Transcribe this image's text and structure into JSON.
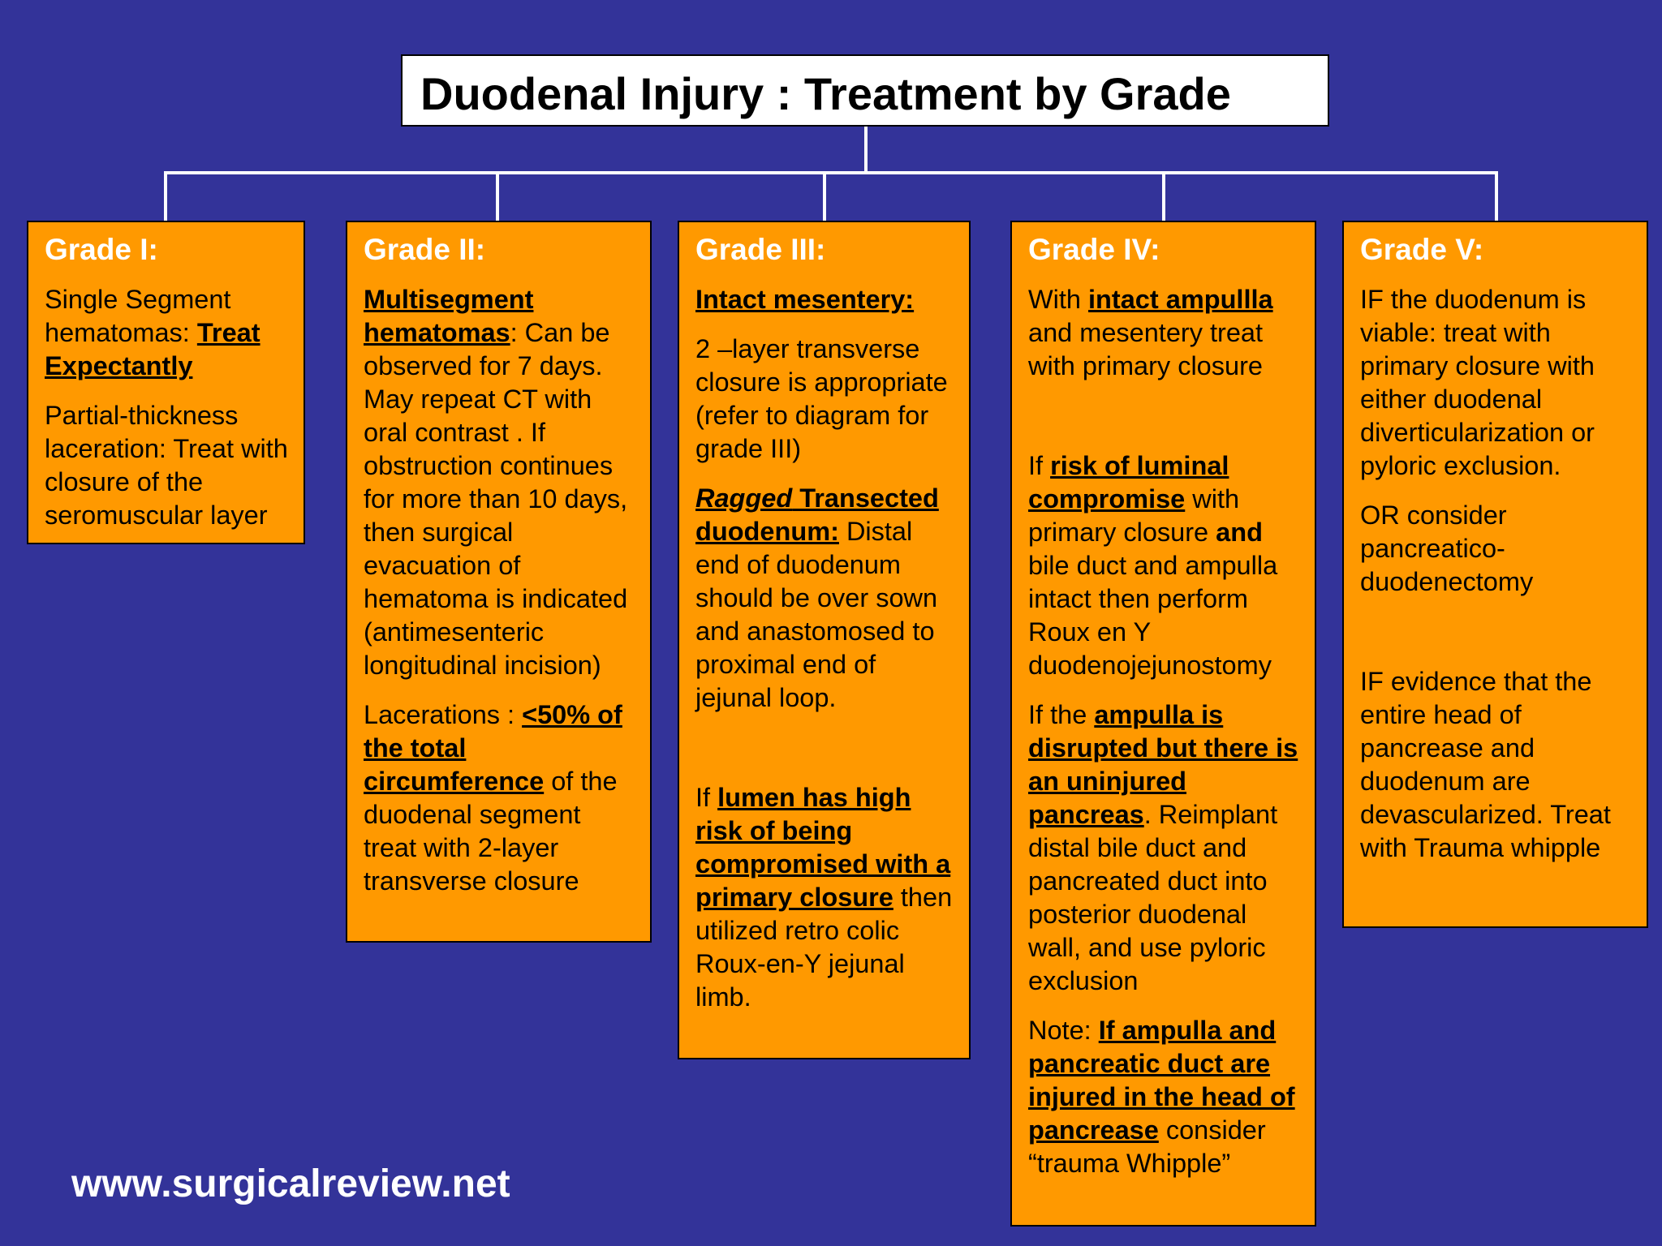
{
  "title": "Duodenal Injury : Treatment by Grade",
  "footer": "www.surgicalreview.net",
  "colors": {
    "background": "#333399",
    "box": "#ff9900",
    "heading": "#ffffff"
  },
  "grades": [
    {
      "heading": "Grade I:",
      "p1": [
        "Single Segment hematomas: ",
        "Treat Expectantly"
      ],
      "p2": "Partial-thickness laceration: Treat with closure of the seromuscular layer"
    },
    {
      "heading": "Grade II:",
      "p1": [
        "Multisegment hematomas",
        ": Can be observed for 7 days. May repeat CT with oral contrast . If obstruction continues for more than 10 days, then surgical evacuation of hematoma is indicated (antimesenteric longitudinal incision)"
      ],
      "p2": [
        "Lacerations : ",
        "<50% of the total circumference",
        " of the duodenal segment treat with 2-layer transverse closure"
      ]
    },
    {
      "heading": "Grade III:",
      "p1": "Intact mesentery:",
      "p2": "2 –layer transverse closure is appropriate (refer to diagram for grade III)",
      "p3": [
        "Ragged",
        " Transected duodenum:",
        " Distal end of duodenum should be over sown and anastomosed to proximal end of jejunal loop."
      ],
      "p4": [
        "If ",
        "lumen  has high risk  of being compromised with a primary closure",
        " then utilized retro colic Roux-en-Y jejunal limb."
      ]
    },
    {
      "heading": "Grade IV:",
      "p1": [
        "With ",
        "intact ampullla",
        " and mesentery treat with primary closure"
      ],
      "p2": [
        "If ",
        "risk of luminal compromise",
        " with primary closure ",
        "and",
        " bile duct and ampulla intact then perform Roux en Y duodenojejunostomy"
      ],
      "p3": [
        "If the ",
        "ampulla is disrupted but there is an uninjured pancreas",
        ". Reimplant distal bile duct and pancreated duct into posterior duodenal wall, and use pyloric exclusion"
      ],
      "p4": [
        "Note: ",
        "If ampulla and pancreatic duct are injured in the head of pancrease",
        " consider “trauma Whipple”"
      ]
    },
    {
      "heading": "Grade V:",
      "p1": "IF the duodenum is viable: treat with primary closure with either duodenal diverticularization or pyloric exclusion.",
      "p2": "OR consider pancreatico-duodenectomy",
      "p3": "IF evidence that the entire head of pancrease and duodenum are devascularized. Treat with Trauma whipple"
    }
  ]
}
